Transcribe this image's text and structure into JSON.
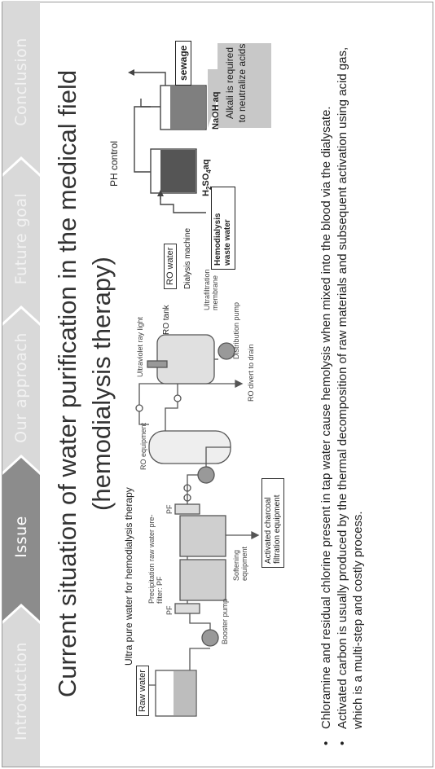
{
  "navigation": {
    "steps": [
      "Introduction",
      "Issue",
      "Our approach",
      "Future goal",
      "Conclusion"
    ],
    "active_index": 1
  },
  "title": {
    "line1": "Current situation of water purification in the medical field",
    "line2": "(hemodialysis therapy)"
  },
  "diagram": {
    "heading": "Ultra pure water for hemodialysis therapy",
    "labels": {
      "raw_water": "Raw water",
      "booster_pump": "Booster pump",
      "pf_1": "PF",
      "pf_2": "PF",
      "precipitation": "Precipitation raw water pre-filter: PF",
      "softening": "Softening equipment",
      "activated_charcoal": "Activated charcoal filtration equipment",
      "ro_equipment": "RO equipment",
      "ro_divert": "RO divert to drain",
      "ultraviolet": "Ultraviolet ray light",
      "ro_tank": "RO tank",
      "distribution_pump": "Distribution pump",
      "ultrafiltration": "Ultrafiltration membrane",
      "dialysis_machine": "Dialysis machine",
      "ro_water": "RO water"
    }
  },
  "ph_control": {
    "heading": "PH control",
    "waste_box": "Hemodialysis waste water",
    "acid_label": "H2SO4aq",
    "alkali_label": "NaOH aq",
    "sewage": "sewage",
    "callout": "Alkali is required to neutralize acids"
  },
  "bullets": [
    "Chloramine and residual chlorine present in tap water cause hemolysis when mixed into the blood via the dialysate.",
    "Activated carbon is usually produced by the thermal decomposition of raw materials and subsequent activation using acid gas, which is a multi-step and costly process."
  ],
  "colors": {
    "nav_inactive": "#d9d9d9",
    "nav_active": "#8c8c8c",
    "acid_fill": "#555555",
    "alkali_fill": "#7f7f7f",
    "callout_fill": "#c8c8c8"
  }
}
